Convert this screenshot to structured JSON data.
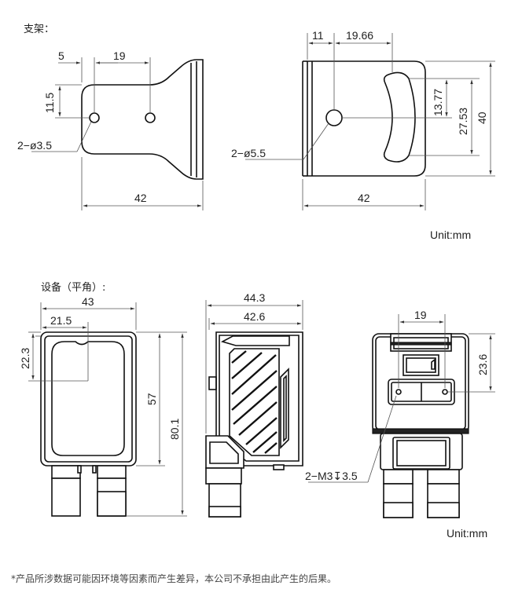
{
  "bracket": {
    "title": "支架：",
    "left": {
      "dim_5": "5",
      "dim_19": "19",
      "dim_11_5": "11.5",
      "hole": "2−ø3.5",
      "dim_42": "42"
    },
    "right": {
      "dim_11": "11",
      "dim_19_66": "19.66",
      "dim_13_77": "13.77",
      "dim_27_53": "27.53",
      "dim_40": "40",
      "hole": "2−ø5.5",
      "dim_42": "42"
    },
    "unit": "Unit:mm"
  },
  "device": {
    "title": "设备（平角）:",
    "front": {
      "dim_43": "43",
      "dim_21_5": "21.5",
      "dim_22_3": "22.3",
      "dim_57": "57",
      "dim_80_1": "80.1"
    },
    "side": {
      "dim_44_3": "44.3",
      "dim_42_6": "42.6"
    },
    "back": {
      "dim_19": "19",
      "dim_23_6": "23.6",
      "thread": "2−M3↧3.5"
    },
    "unit": "Unit:mm"
  },
  "footnote": "*产品所涉数据可能因环境等因素而产生差异，本公司不承担由此产生的后果。"
}
